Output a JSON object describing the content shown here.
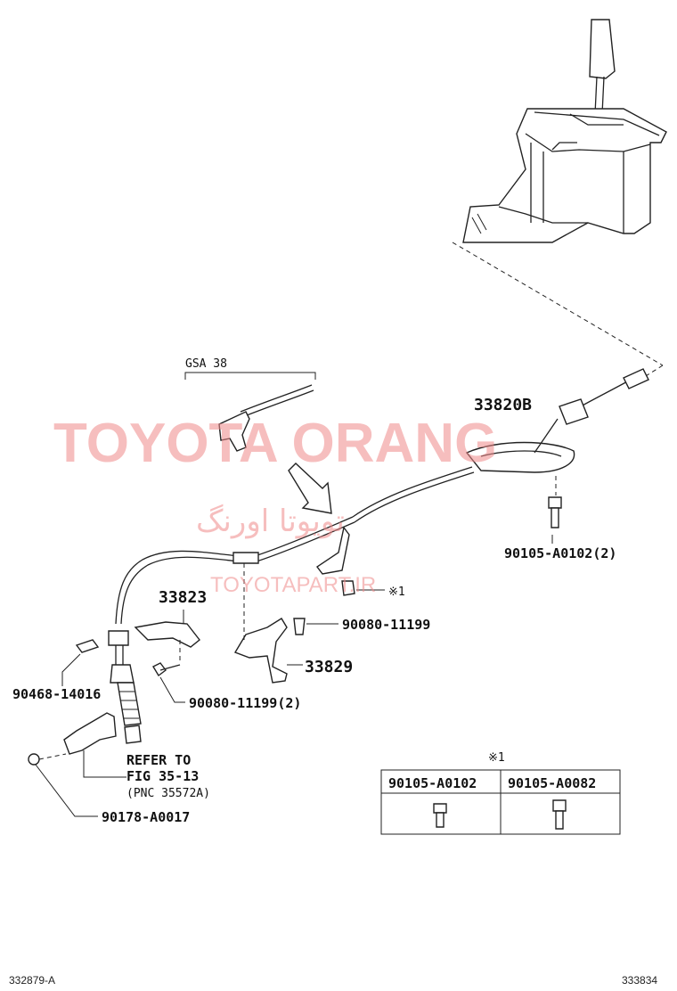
{
  "labels": {
    "gsa": "GSA 38",
    "p33820b": "33820B",
    "p90105_main": "90105-A0102(2)",
    "note_mark": "※1",
    "p33823": "33823",
    "p90080_single": "90080-11199",
    "p33829": "33829",
    "p90468": "90468-14016",
    "p90080_double": "90080-11199(2)",
    "refer_line1": "REFER TO",
    "refer_line2": "FIG 35-13",
    "refer_line3": "(PNC 35572A)",
    "p90178": "90178-A0017"
  },
  "table": {
    "note": "※1",
    "headers": [
      "90105-A0102",
      "90105-A0082"
    ]
  },
  "footer": {
    "left": "332879-A",
    "right": "333834"
  },
  "watermark": {
    "main": "TOYOTA ORANG",
    "persian": "تویوتا اورنگ",
    "url": "TOYOTAPART.IR"
  }
}
